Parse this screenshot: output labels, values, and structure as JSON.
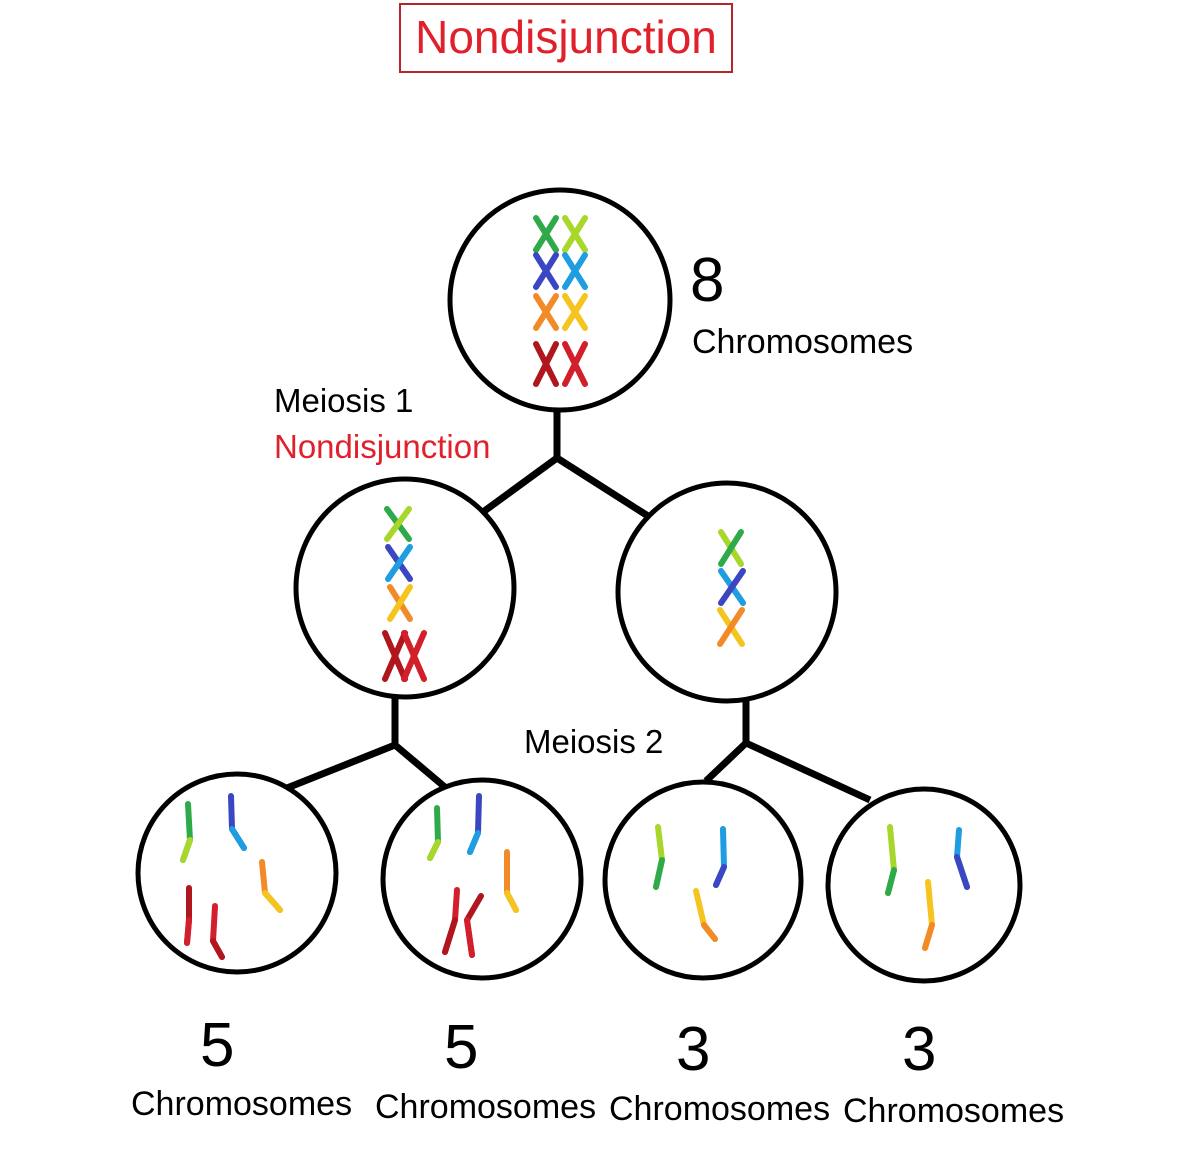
{
  "title": "Nondisjunction",
  "colors": {
    "title": "#e0202a",
    "title_border": "#b8242b",
    "outline": "#000000",
    "green": "#2eaa4a",
    "lime": "#a8d62a",
    "indigo": "#3b47c2",
    "sky": "#1e9ee0",
    "orange": "#f28a28",
    "yellow": "#f5c41e",
    "red": "#d21f2b",
    "darkred": "#b0161e"
  },
  "stages": {
    "meiosis1": "Meiosis 1",
    "meiosis1_event": "Nondisjunction",
    "meiosis2": "Meiosis 2"
  },
  "cells": [
    {
      "id": "parent",
      "count": "8",
      "unit": "Chromosomes",
      "chromosomes": [
        "green",
        "lime",
        "indigo",
        "sky",
        "orange",
        "yellow",
        "darkred",
        "red"
      ],
      "form": "duplicated-pairs"
    },
    {
      "id": "meiosis1-left",
      "count": "",
      "unit": "",
      "chromosomes": [
        "green",
        "indigo",
        "orange",
        "darkred",
        "red"
      ],
      "form": "duplicated"
    },
    {
      "id": "meiosis1-right",
      "count": "",
      "unit": "",
      "chromosomes": [
        "lime",
        "sky",
        "yellow"
      ],
      "form": "duplicated"
    },
    {
      "id": "gamete-1",
      "count": "5",
      "unit": "Chromosomes",
      "chromosomes": [
        "green",
        "indigo",
        "orange",
        "darkred",
        "red"
      ],
      "form": "single"
    },
    {
      "id": "gamete-2",
      "count": "5",
      "unit": "Chromosomes",
      "chromosomes": [
        "green",
        "indigo",
        "orange",
        "red",
        "darkred"
      ],
      "form": "single"
    },
    {
      "id": "gamete-3",
      "count": "3",
      "unit": "Chromosomes",
      "chromosomes": [
        "lime",
        "sky",
        "yellow"
      ],
      "form": "single"
    },
    {
      "id": "gamete-4",
      "count": "3",
      "unit": "Chromosomes",
      "chromosomes": [
        "lime",
        "sky",
        "yellow"
      ],
      "form": "single"
    }
  ]
}
